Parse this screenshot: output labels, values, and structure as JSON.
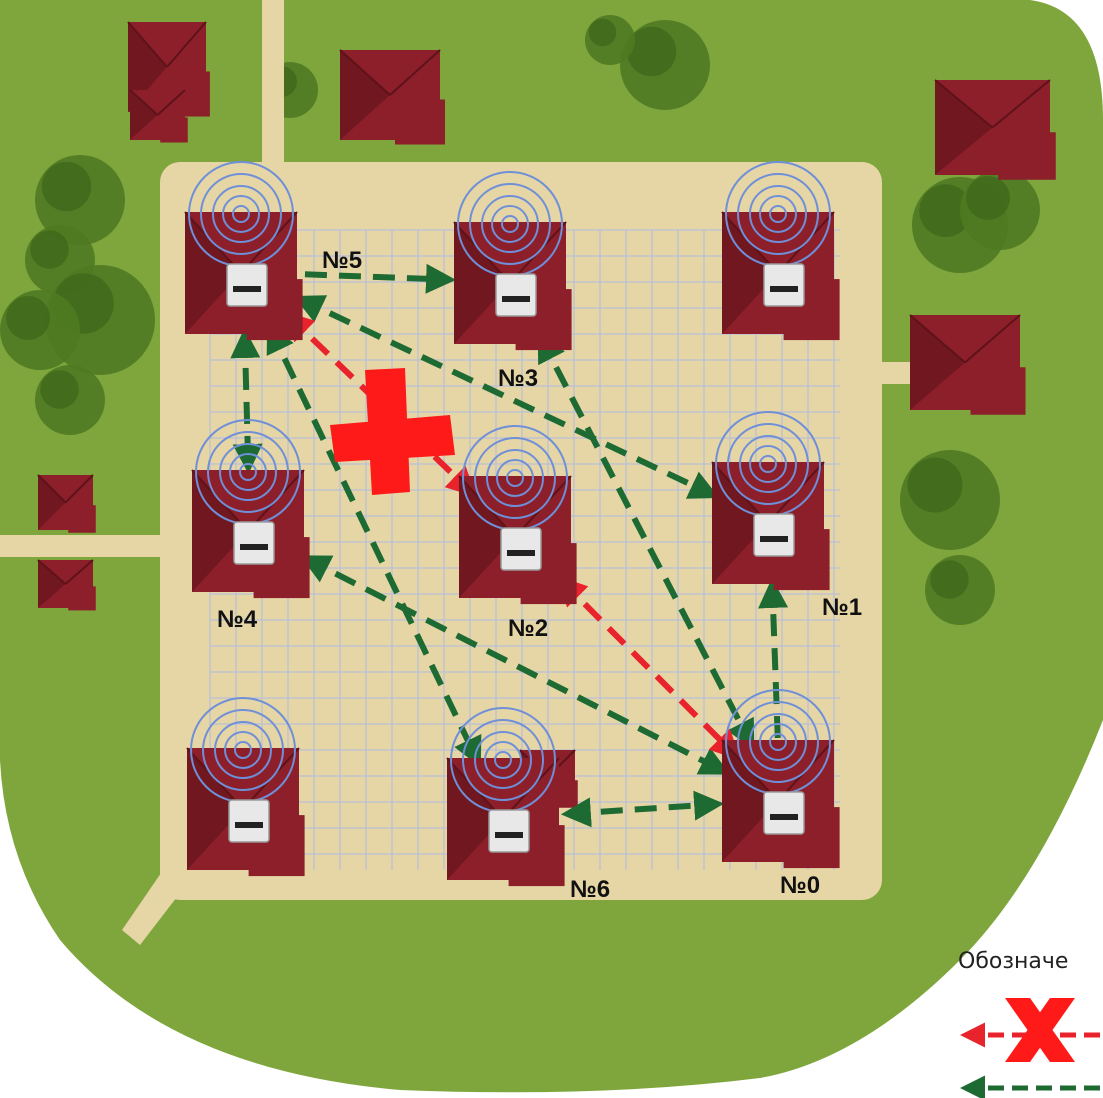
{
  "colors": {
    "lawn": "#7fa63c",
    "lawn_dark": "#4f7a22",
    "plaza": "#e6d6a6",
    "grid": "#b8bfd8",
    "roof": "#8c1f2a",
    "roof_dark": "#5e1219",
    "ap_box": "#e8e8e8",
    "signal_ring": "#6f8fd8",
    "link_ok": "#1d6b32",
    "link_fail": "#e8232b",
    "cross": "#ff1a1a"
  },
  "nodes": [
    {
      "id": "5",
      "label": "№5"
    },
    {
      "id": "3",
      "label": "№3"
    },
    {
      "id": "4",
      "label": "№4"
    },
    {
      "id": "2",
      "label": "№2"
    },
    {
      "id": "1",
      "label": "№1"
    },
    {
      "id": "6",
      "label": "№6"
    },
    {
      "id": "0",
      "label": "№0"
    }
  ],
  "links": [
    {
      "from": "5",
      "to": "3",
      "status": "ok",
      "direction": "forward"
    },
    {
      "from": "5",
      "to": "4",
      "status": "ok",
      "direction": "both"
    },
    {
      "from": "5",
      "to": "1",
      "status": "ok",
      "direction": "both"
    },
    {
      "from": "5",
      "to": "2",
      "status": "failed",
      "direction": "both"
    },
    {
      "from": "5",
      "to": "6",
      "status": "ok",
      "direction": "both"
    },
    {
      "from": "3",
      "to": "0",
      "status": "ok",
      "direction": "both"
    },
    {
      "from": "4",
      "to": "0",
      "status": "ok",
      "direction": "both"
    },
    {
      "from": "2",
      "to": "0",
      "status": "failed",
      "direction": "both"
    },
    {
      "from": "0",
      "to": "1",
      "status": "ok",
      "direction": "forward"
    },
    {
      "from": "6",
      "to": "0",
      "status": "ok",
      "direction": "both"
    }
  ],
  "legend": {
    "title": "Обозначе"
  }
}
